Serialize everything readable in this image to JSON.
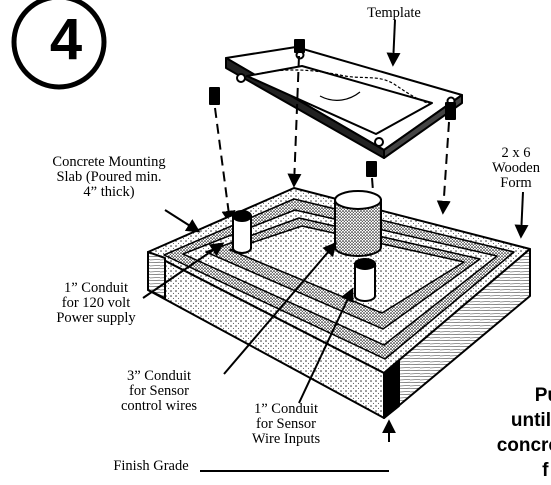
{
  "step": {
    "number": "4"
  },
  "labels": {
    "template": "Template",
    "wooden_form": [
      "2 x 6",
      "Wooden",
      "Form"
    ],
    "slab": [
      "Concrete Mounting",
      "Slab (Poured min.",
      "4” thick)"
    ],
    "power_conduit": [
      "1” Conduit",
      "for 120 volt",
      "Power supply"
    ],
    "control_conduit": [
      "3” Conduit",
      "for Sensor",
      "control wires"
    ],
    "input_conduit": [
      "1” Conduit",
      "for Sensor",
      "Wire Inputs"
    ],
    "finish_grade": "Finish Grade"
  },
  "side_note": [
    "Pu",
    "until",
    "concre",
    "f   i"
  ]
}
